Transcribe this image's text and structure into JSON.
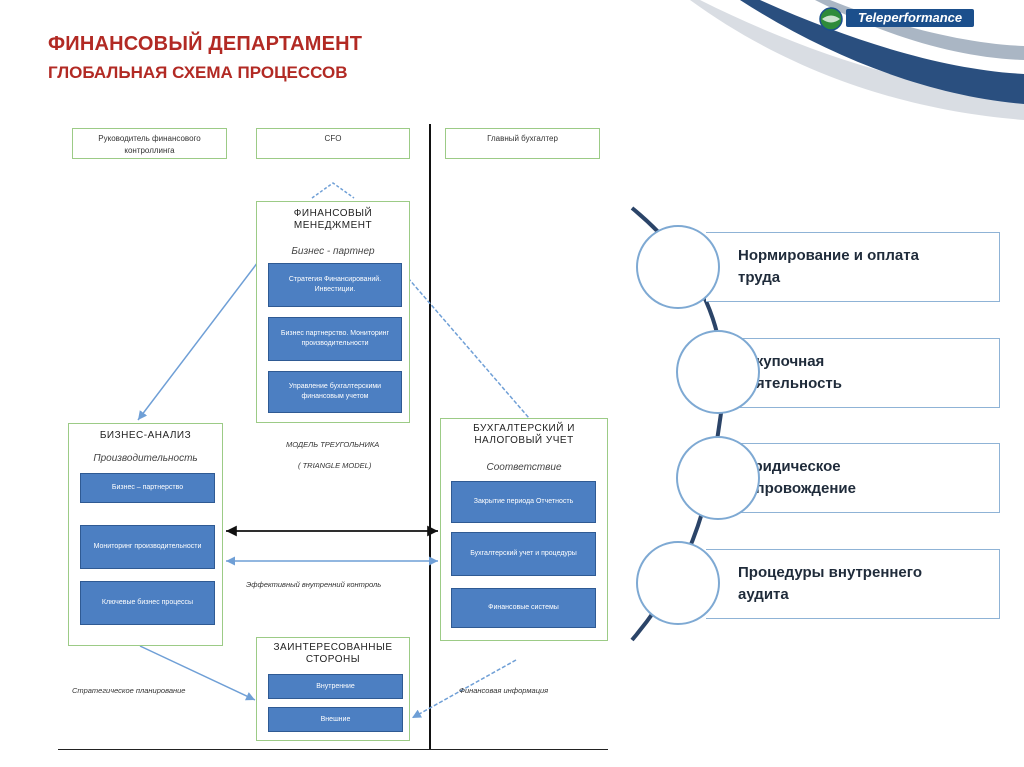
{
  "header": {
    "title": "ФИНАНСОВЫЙ ДЕПАРТАМЕНТ",
    "subtitle": "ГЛОБАЛЬНАЯ СХЕМА ПРОЦЕССОВ",
    "logo_text": "Teleperformance"
  },
  "diagram": {
    "roles": {
      "left": "Руководитель финансового контроллинга",
      "center": "CFO",
      "right": "Главный бухгалтер"
    },
    "fin_mgmt": {
      "title": "ФИНАНСОВЫЙ МЕНЕДЖМЕНТ",
      "subtitle": "Бизнес - партнер",
      "items": [
        "Стратегия Финансирований. Инвестиции.",
        "Бизнес партнерство. Мониторинг производительности",
        "Управление бухгалтерскими финансовым учетом"
      ]
    },
    "biz_analysis": {
      "title": "БИЗНЕС-АНАЛИЗ",
      "subtitle": "Производительность",
      "items": [
        "Бизнес – партнерство",
        "Мониторинг производительности",
        "Ключевые бизнес процессы"
      ]
    },
    "accounting": {
      "title": "БУХГАЛТЕРСКИЙ И НАЛОГОВЫЙ УЧЕТ",
      "subtitle": "Соответствие",
      "items": [
        "Закрытие периода Отчетность",
        "Бухгалтерский учет и процедуры",
        "Финансовые системы"
      ]
    },
    "stakeholders": {
      "title": "ЗАИНТЕРЕСОВАННЫЕ СТОРОНЫ",
      "items": [
        "Внутренние",
        "Внешние"
      ]
    },
    "notes": {
      "model_line1": "МОДЕЛЬ ТРЕУГОЛЬНИКА",
      "model_line2": "( TRIANGLE MODEL)",
      "internal_control": "Эффективный внутренний контроль",
      "strategic_planning": "Стратегическое планирование",
      "financial_info": "Финансовая информация"
    }
  },
  "panel": {
    "items": [
      "Нормирование и оплата труда",
      "Закупочная деятельность",
      "Юридическое сопровождение",
      "Процедуры внутреннего аудита"
    ]
  },
  "colors": {
    "title_red": "#b22a24",
    "box_green": "#9ccb86",
    "inner_blue": "#4c7fc2",
    "arrow_blue": "#6f9fd6",
    "panel_blue": "#8fb3d6",
    "brand_navy": "#1b4f8c"
  }
}
